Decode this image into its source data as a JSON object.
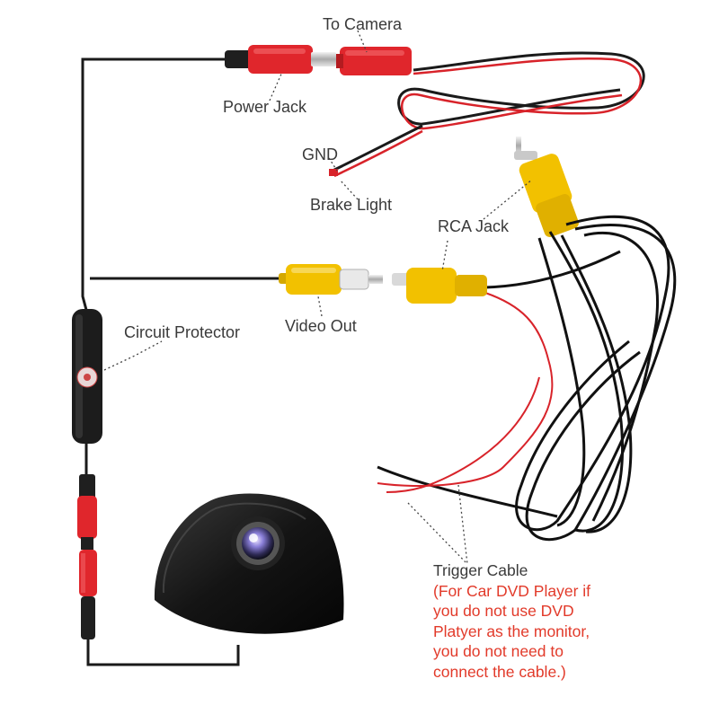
{
  "labels": {
    "to_camera": "To Camera",
    "power_jack": "Power Jack",
    "gnd": "GND",
    "brake_light": "Brake Light",
    "rca_jack": "RCA Jack",
    "video_out": "Video Out",
    "circuit_protector": "Circuit Protector"
  },
  "trigger": {
    "title": "Trigger Cable",
    "note_lines": [
      "(For Car DVD Player if",
      "you do not use DVD",
      "Platyer as the monitor,",
      "you do not need to",
      "connect the cable.)"
    ]
  },
  "colors": {
    "wire_black": "#1a1a1a",
    "wire_red": "#d8232a",
    "connector_red": "#e0262c",
    "connector_yellow": "#f2c100",
    "label_text": "#3a3a3a",
    "note_text": "#e23a2a"
  }
}
